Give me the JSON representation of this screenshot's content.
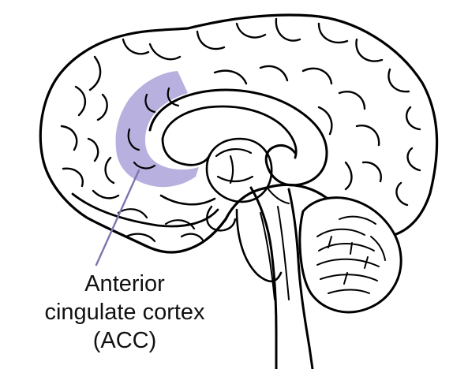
{
  "diagram": {
    "label_lines": [
      "Anterior",
      "cingulate cortex",
      "(ACC)"
    ],
    "colors": {
      "outline": "#000000",
      "highlight": "#b8b0df",
      "leader_line": "#7f74ad",
      "background": "#ffffff"
    }
  }
}
